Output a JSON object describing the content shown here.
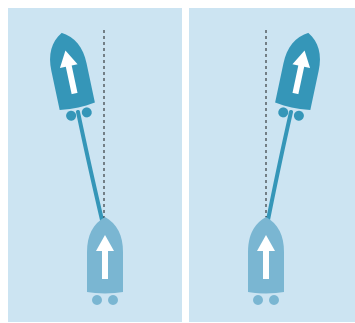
{
  "figure": {
    "colors": {
      "background": "#ffffff",
      "panel": "#cce4f2",
      "boat_dark": "#3596b8",
      "boat_light": "#7ab6d2",
      "arrow": "#ffffff",
      "wake": "#3596b8",
      "reference_line": "#1a1a1a"
    },
    "panels": [
      {
        "name": "left-panel",
        "description_icons": [
          "boat-dark-icon",
          "boat-light-icon",
          "wake-curve",
          "dashed-reference-line"
        ],
        "front_boat_turn": "left"
      },
      {
        "name": "right-panel",
        "description_icons": [
          "boat-dark-icon",
          "boat-light-icon",
          "wake-curve",
          "dashed-reference-line"
        ],
        "front_boat_turn": "right"
      }
    ]
  }
}
